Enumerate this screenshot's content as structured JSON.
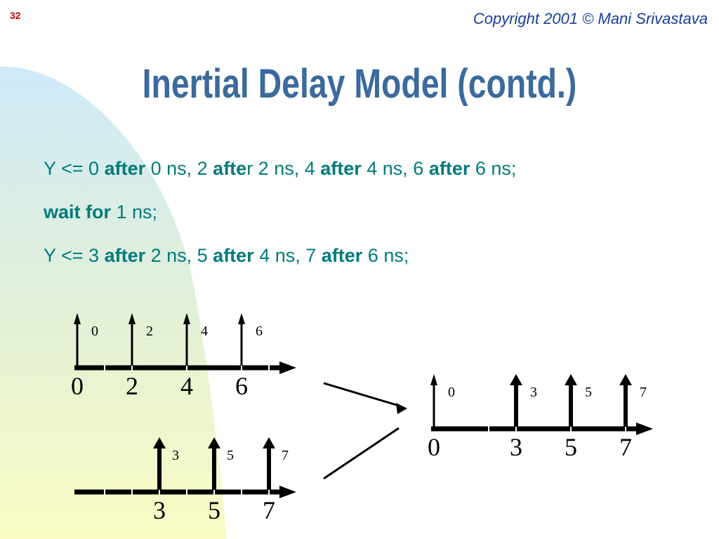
{
  "slide_number": "32",
  "copyright": "Copyright 2001 © Mani Srivastava",
  "title": "Inertial Delay Model (contd.)",
  "code": {
    "line1": {
      "p1": "Y <= 0 ",
      "k1": "after",
      "p2": " 0 ns, 2 ",
      "k2": "afte",
      "p3": "r 2 ns, 4 ",
      "k3": "after",
      "p4": " 4 ns, 6 ",
      "k4": "after",
      "p5": " 6 ns;"
    },
    "line2": {
      "k1": "wait for",
      "p1": " 1 ns;"
    },
    "line3": {
      "p1": "Y <= 3 ",
      "k1": "after",
      "p2": " 2 ns, 5 ",
      "k2": "after",
      "p3": " 4 ns, 7 ",
      "k3": "after",
      "p4": " 6 ns;"
    }
  },
  "diagram": {
    "waveform1": {
      "events": [
        {
          "time": 0,
          "value": "0"
        },
        {
          "time": 2,
          "value": "2"
        },
        {
          "time": 4,
          "value": "4"
        },
        {
          "time": 6,
          "value": "6"
        }
      ],
      "axis_labels": [
        "0",
        "2",
        "4",
        "6"
      ]
    },
    "waveform2": {
      "events": [
        {
          "time": 3,
          "value": "3"
        },
        {
          "time": 5,
          "value": "5"
        },
        {
          "time": 7,
          "value": "7"
        }
      ],
      "axis_labels": [
        "3",
        "5",
        "7"
      ]
    },
    "result": {
      "events": [
        {
          "time": 0,
          "value": "0"
        },
        {
          "time": 3,
          "value": "3"
        },
        {
          "time": 5,
          "value": "5"
        },
        {
          "time": 7,
          "value": "7"
        }
      ],
      "axis_labels": [
        "0",
        "3",
        "5",
        "7"
      ]
    }
  },
  "colors": {
    "title": "#3b6a9c",
    "code": "#007b7b",
    "copyright": "#1a3d99",
    "slide_number": "#cc0000"
  }
}
